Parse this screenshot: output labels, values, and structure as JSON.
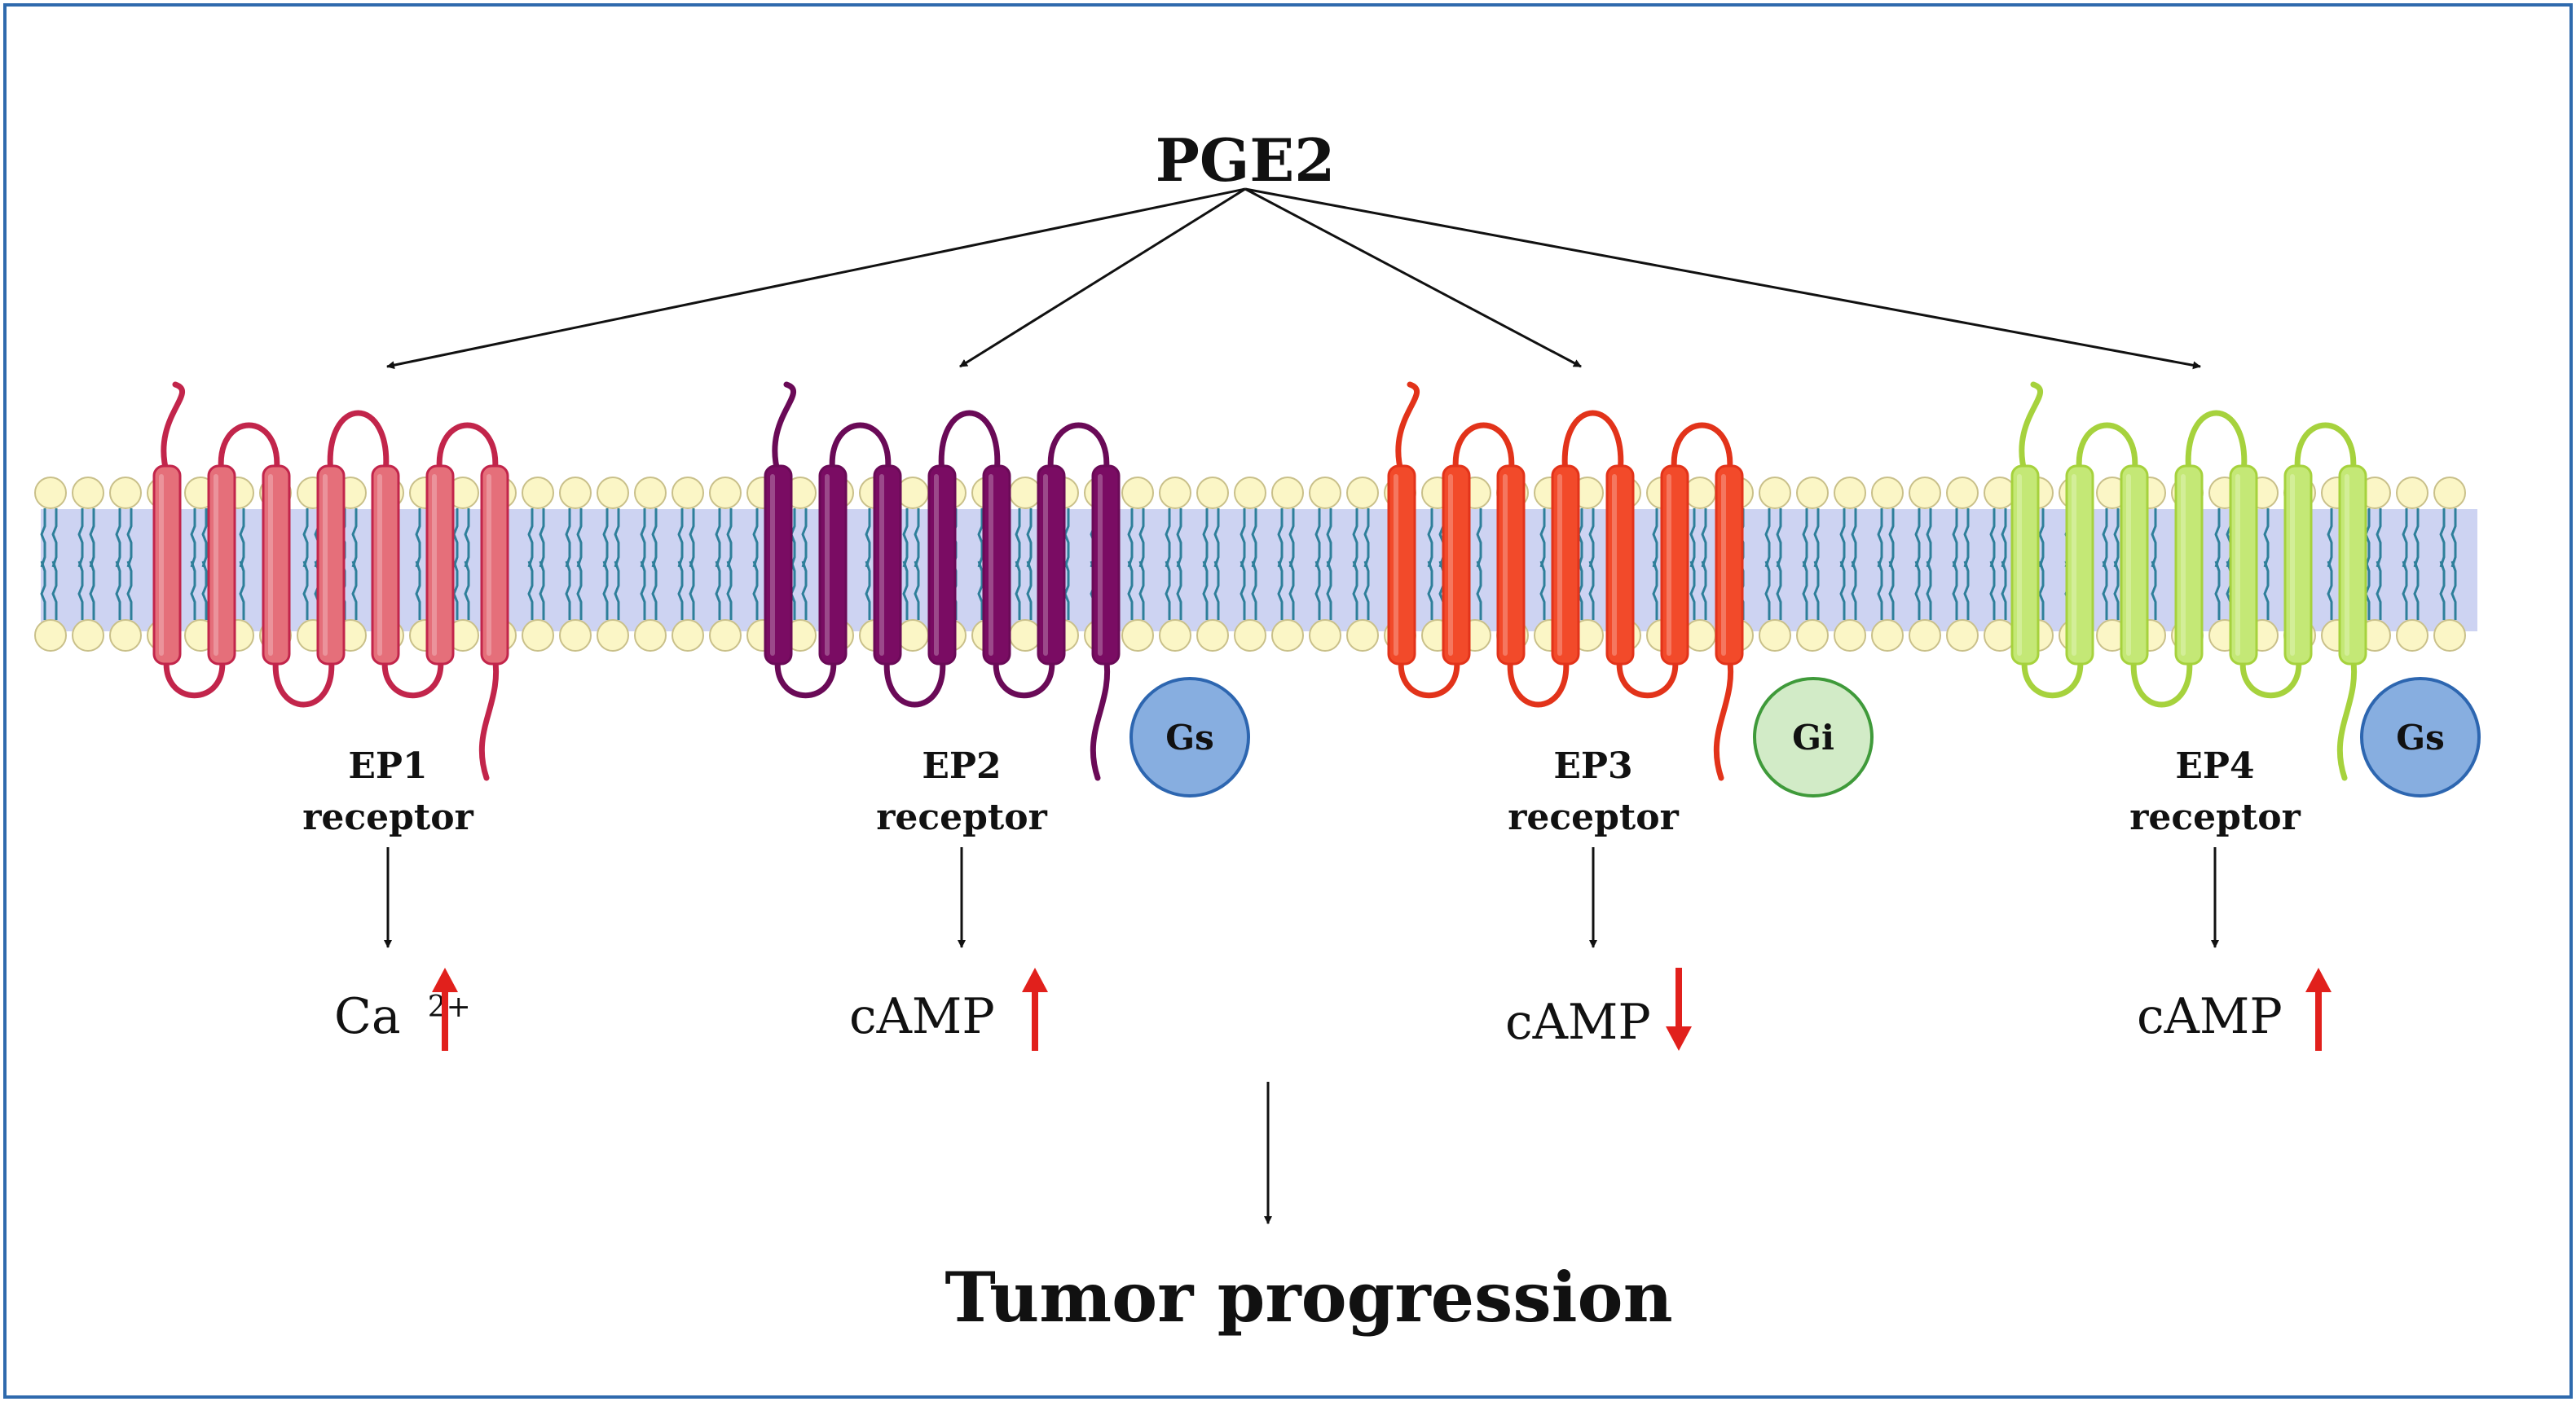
{
  "ligand": "PGE2",
  "outcome": "Tumor progression",
  "colors": {
    "frame": "#2f6aad",
    "membrane_band": "#cdd3f2",
    "head_fill": "#fbf6c6",
    "head_stroke": "#c9c08a",
    "tail": "#2e7f9a",
    "arrow": "#111111",
    "up_down_arrow": "#e1201c",
    "gs_fill": "#87aee0",
    "gs_stroke": "#2d66b0",
    "gi_fill": "#d2ebc7",
    "gi_stroke": "#3f9a3a"
  },
  "receptors": [
    {
      "name": "EP1",
      "line2": "receptor",
      "color": "#e56f7a",
      "loop_color": "#c2254b",
      "messenger": "Ca",
      "messenger_sup": "2+",
      "direction": "up",
      "gprotein": ""
    },
    {
      "name": "EP2",
      "line2": "receptor",
      "color": "#7a0c63",
      "loop_color": "#6a0a57",
      "messenger": "cAMP",
      "messenger_sup": "",
      "direction": "up",
      "gprotein": "Gs"
    },
    {
      "name": "EP3",
      "line2": "receptor",
      "color": "#f24a2a",
      "loop_color": "#e2331a",
      "messenger": "cAMP",
      "messenger_sup": "",
      "direction": "down",
      "gprotein": "Gi"
    },
    {
      "name": "EP4",
      "line2": "receptor",
      "color": "#c4e876",
      "loop_color": "#a6d23d",
      "messenger": "cAMP",
      "messenger_sup": "",
      "direction": "up",
      "gprotein": "Gs"
    }
  ]
}
